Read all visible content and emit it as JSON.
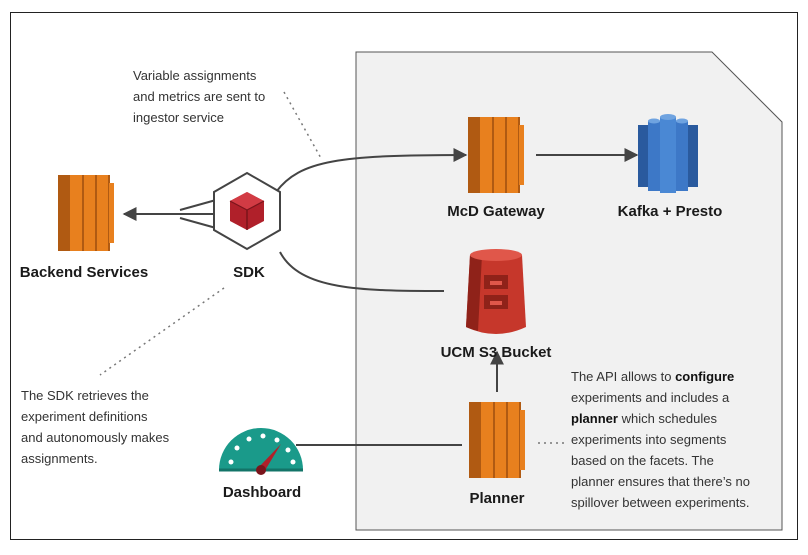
{
  "labels": {
    "backend": "Backend Services",
    "sdk": "SDK",
    "gateway": "McD Gateway",
    "kafka": "Kafka + Presto",
    "bucket": "UCM S3 Bucket",
    "dashboard": "Dashboard",
    "planner": "Planner"
  },
  "notes": {
    "ingest": [
      "Variable assignments",
      "and metrics are sent to",
      "ingestor service"
    ],
    "sdk": [
      "The SDK retrieves the",
      "experiment definitions",
      "and autonomously makes",
      "assignments."
    ],
    "api": {
      "l1a": "The API allows to ",
      "l1b": "configure",
      "l2": "experiments and includes a",
      "l3a": "planner",
      "l3b": " which schedules",
      "l4": "experiments into segments",
      "l5": "based on the facets. The",
      "l6": "planner ensures that there’s no",
      "l7": "spillover between experiments."
    }
  },
  "colors": {
    "aws_orange": "#e8801e",
    "aws_dark": "#b05a12",
    "s3_red": "#c6372b",
    "kafka_blue": "#3d78c7",
    "sdk_red": "#b0202a",
    "gauge_teal": "#1a9a8a",
    "panel_bg": "#f1f1f1"
  }
}
